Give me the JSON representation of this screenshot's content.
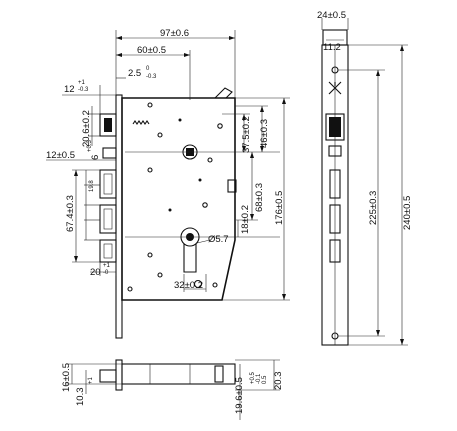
{
  "dimensions": {
    "top_width": "97±0.6",
    "backset_60": "60±0.5",
    "tol_2_5": "2.5",
    "tol_2_5_sup": "0",
    "tol_2_5_sub": "-0.3",
    "offset_12": "12",
    "offset_12_sup": "+1",
    "offset_12_sub": "-0.3",
    "latch_20_6": "20.6±0.2",
    "side_12_5": "12±0.5",
    "side_6": "6",
    "side_6_sup": "+0.3",
    "side_6_sub": "0",
    "hooks_67_4": "67.4±0.3",
    "hook_pitch": "19.8",
    "bottom_20": "20",
    "bottom_20_sup": "+1",
    "bottom_20_sub": "-0",
    "v_37_5": "37.5±0.2",
    "v_46": "46±0.3",
    "v_68": "68±0.3",
    "v_18": "18±0.2",
    "v_176": "176±0.5",
    "dia_5_7": "Ø5.7",
    "cyl_32": "32±0.2",
    "face_24": "24±0.5",
    "face_11_2": "11.2",
    "face_225": "225±0.3",
    "face_240": "240±0.5",
    "plan_16": "16±0.5",
    "plan_10_3": "10.3",
    "plan_10_3_sup": "+1",
    "plan_10_3_sub": "-0.5",
    "plan_19_6": "19.6±0.5",
    "plan_20_3": "20.3",
    "plan_small_sup": "+0.5",
    "plan_small_mid": "-0.1",
    "plan_small_sub": "0.5"
  }
}
